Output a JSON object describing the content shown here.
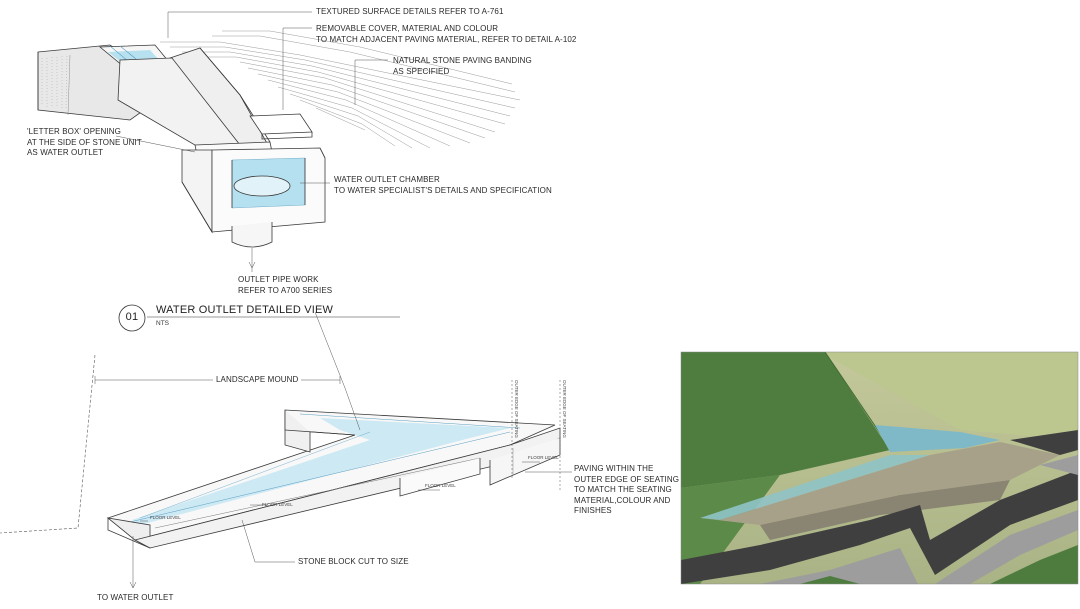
{
  "detail": {
    "number": "01",
    "title": "WATER OUTLET DETAILED VIEW",
    "scale": "NTS"
  },
  "callouts": {
    "textured_surface": "TEXTURED SURFACE DETAILS REFER TO A-761",
    "removable_cover": "REMOVABLE COVER, MATERIAL AND COLOUR\nTO MATCH ADJACENT PAVING MATERIAL, REFER TO DETAIL A-102",
    "stone_banding": "NATURAL STONE PAVING BANDING\nAS SPECIFIED",
    "letter_box": "'LETTER BOX' OPENING\nAT THE SIDE OF STONE UNIT\nAS WATER OUTLET",
    "outlet_chamber": "WATER OUTLET CHAMBER\nTO WATER SPECIALIST'S DETAILS AND SPECIFICATION",
    "outlet_pipe": "OUTLET PIPE WORK\nREFER TO A700 SERIES",
    "landscape_mound": "LANDSCAPE MOUND",
    "paving_within": "PAVING WITHIN THE\nOUTER EDGE OF SEATING\nTO MATCH THE SEATING\nMATERIAL,COLOUR AND\nFINISHES",
    "stone_block": "STONE BLOCK CUT TO SIZE",
    "to_water_outlet": "TO WATER OUTLET"
  },
  "small_labels": {
    "floor_level": "FLOOR LEVEL",
    "outer_edge": "OUTER EDGE OF SEATING"
  },
  "colors": {
    "line": "#3a3a3a",
    "water": "#a9dcef",
    "render_grass_dark": "#4d7a3e",
    "render_grass_light": "#b9c690",
    "render_paving_dark": "#3c3c3c",
    "render_paving_light": "#9a9a9a"
  }
}
